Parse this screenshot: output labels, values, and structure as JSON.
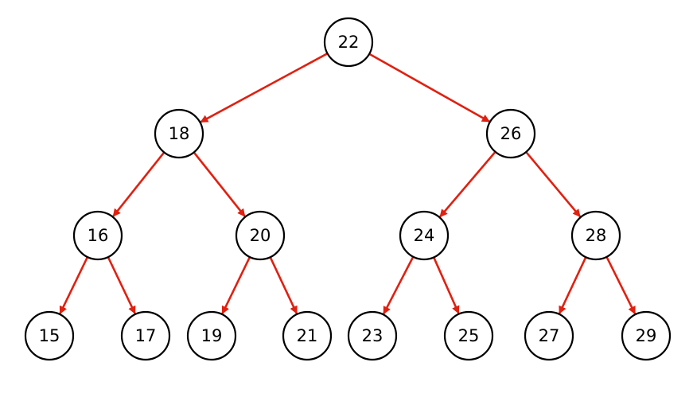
{
  "diagram": {
    "type": "binary-search-tree",
    "colors": {
      "edge": "#e02010",
      "node_fill": "#ffffff",
      "node_stroke": "#000000",
      "label": "#000000"
    },
    "nodes": [
      {
        "id": "n22",
        "label": "22",
        "level": 0
      },
      {
        "id": "n18",
        "label": "18",
        "level": 1
      },
      {
        "id": "n26",
        "label": "26",
        "level": 1
      },
      {
        "id": "n16",
        "label": "16",
        "level": 2
      },
      {
        "id": "n20",
        "label": "20",
        "level": 2
      },
      {
        "id": "n24",
        "label": "24",
        "level": 2
      },
      {
        "id": "n28",
        "label": "28",
        "level": 2
      },
      {
        "id": "n15",
        "label": "15",
        "level": 3
      },
      {
        "id": "n17",
        "label": "17",
        "level": 3
      },
      {
        "id": "n19",
        "label": "19",
        "level": 3
      },
      {
        "id": "n21",
        "label": "21",
        "level": 3
      },
      {
        "id": "n23",
        "label": "23",
        "level": 3
      },
      {
        "id": "n25",
        "label": "25",
        "level": 3
      },
      {
        "id": "n27",
        "label": "27",
        "level": 3
      },
      {
        "id": "n29",
        "label": "29",
        "level": 3
      }
    ],
    "edges": [
      {
        "from": "n22",
        "to": "n18"
      },
      {
        "from": "n22",
        "to": "n26"
      },
      {
        "from": "n18",
        "to": "n16"
      },
      {
        "from": "n18",
        "to": "n20"
      },
      {
        "from": "n26",
        "to": "n24"
      },
      {
        "from": "n26",
        "to": "n28"
      },
      {
        "from": "n16",
        "to": "n15"
      },
      {
        "from": "n16",
        "to": "n17"
      },
      {
        "from": "n20",
        "to": "n19"
      },
      {
        "from": "n20",
        "to": "n21"
      },
      {
        "from": "n24",
        "to": "n23"
      },
      {
        "from": "n24",
        "to": "n25"
      },
      {
        "from": "n28",
        "to": "n27"
      },
      {
        "from": "n28",
        "to": "n29"
      }
    ]
  }
}
